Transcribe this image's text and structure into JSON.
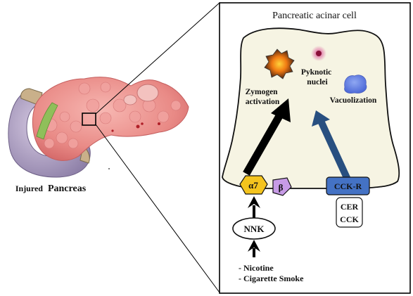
{
  "left_panel": {
    "caption_prefix": "Injured",
    "caption_main": "Pancreas"
  },
  "cell_panel": {
    "title": "Pancreatic acinar cell",
    "labels": {
      "zymogen_line1": "Zymogen",
      "zymogen_line2": "activation",
      "pyknotic_line1": "Pyknotic",
      "pyknotic_line2": "nuclei",
      "vacuolization": "Vacuolization"
    },
    "receptors": {
      "alpha7": "α7",
      "beta": "β",
      "cck_r": "CCK-R"
    },
    "ligand_box": {
      "line1": "CER",
      "line2": "CCK"
    },
    "nnk": "NNK",
    "sources": [
      "- Nicotine",
      "- Cigarette Smoke"
    ]
  },
  "colors": {
    "cell_fill": "#f6f4e3",
    "alpha7_fill": "#f4c41e",
    "beta_fill": "#c79be6",
    "cckr_fill": "#4472c4",
    "blue_arrow": "#284f80",
    "vacuole_fill": "#6a86e6"
  }
}
